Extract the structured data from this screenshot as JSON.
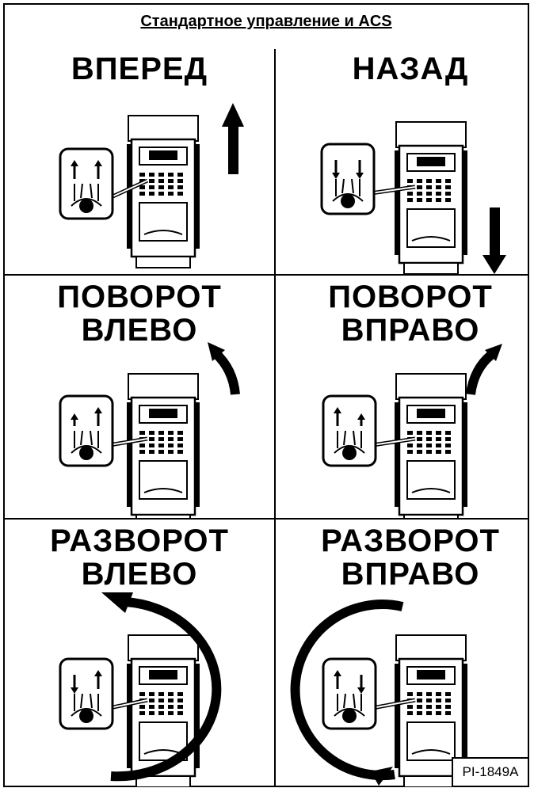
{
  "title": "Стандартное управление и ACS",
  "figure_code": "PI-1849A",
  "panels": [
    {
      "label": "ВПЕРЕД",
      "motion": "forward",
      "arrow": "up",
      "hand": [
        "up",
        "up"
      ]
    },
    {
      "label": "НАЗАД",
      "motion": "backward",
      "arrow": "down",
      "hand": [
        "down",
        "down"
      ]
    },
    {
      "label": "ПОВОРОТ\nВЛЕВО",
      "motion": "turn-left",
      "arrow": "curve-left",
      "hand": [
        "up-small",
        "up"
      ]
    },
    {
      "label": "ПОВОРОТ\nВПРАВО",
      "motion": "turn-right",
      "arrow": "curve-right",
      "hand": [
        "up",
        "up-small"
      ]
    },
    {
      "label": "РАЗВОРОТ\nВЛЕВО",
      "motion": "spin-left",
      "arrow": "circle-left",
      "hand": [
        "down",
        "up"
      ]
    },
    {
      "label": "РАЗВОРОТ\nВПРАВО",
      "motion": "spin-right",
      "arrow": "circle-right",
      "hand": [
        "up",
        "down"
      ]
    }
  ],
  "colors": {
    "ink": "#000000",
    "paper": "#ffffff"
  }
}
